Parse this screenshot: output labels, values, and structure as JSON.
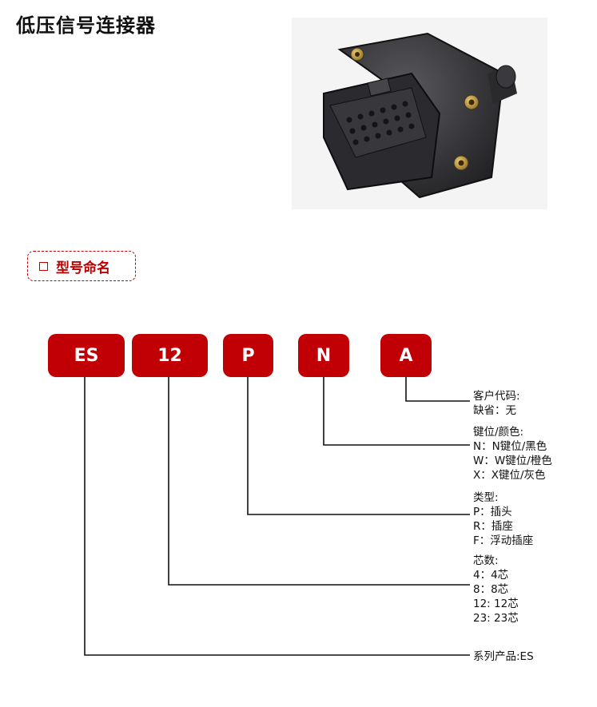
{
  "title": "低压信号连接器",
  "section_label": "型号命名",
  "codes": [
    "ES",
    "12",
    "P",
    "N",
    "A"
  ],
  "legend": {
    "customer": {
      "heading": "客户代码:",
      "items": [
        "缺省：无"
      ]
    },
    "key": {
      "heading": "键位/颜色:",
      "items": [
        "N：N键位/黑色",
        "W：W键位/橙色",
        "X：X键位/灰色"
      ]
    },
    "type": {
      "heading": "类型:",
      "items": [
        "P：插头",
        "R：插座",
        "F：浮动插座"
      ]
    },
    "cores": {
      "heading": "芯数:",
      "items": [
        "4：4芯",
        "8：8芯",
        "12: 12芯",
        "23: 23芯"
      ]
    },
    "series": {
      "heading": "系列产品:ES"
    }
  },
  "colors": {
    "accent": "#c10006",
    "line": "#111111"
  }
}
